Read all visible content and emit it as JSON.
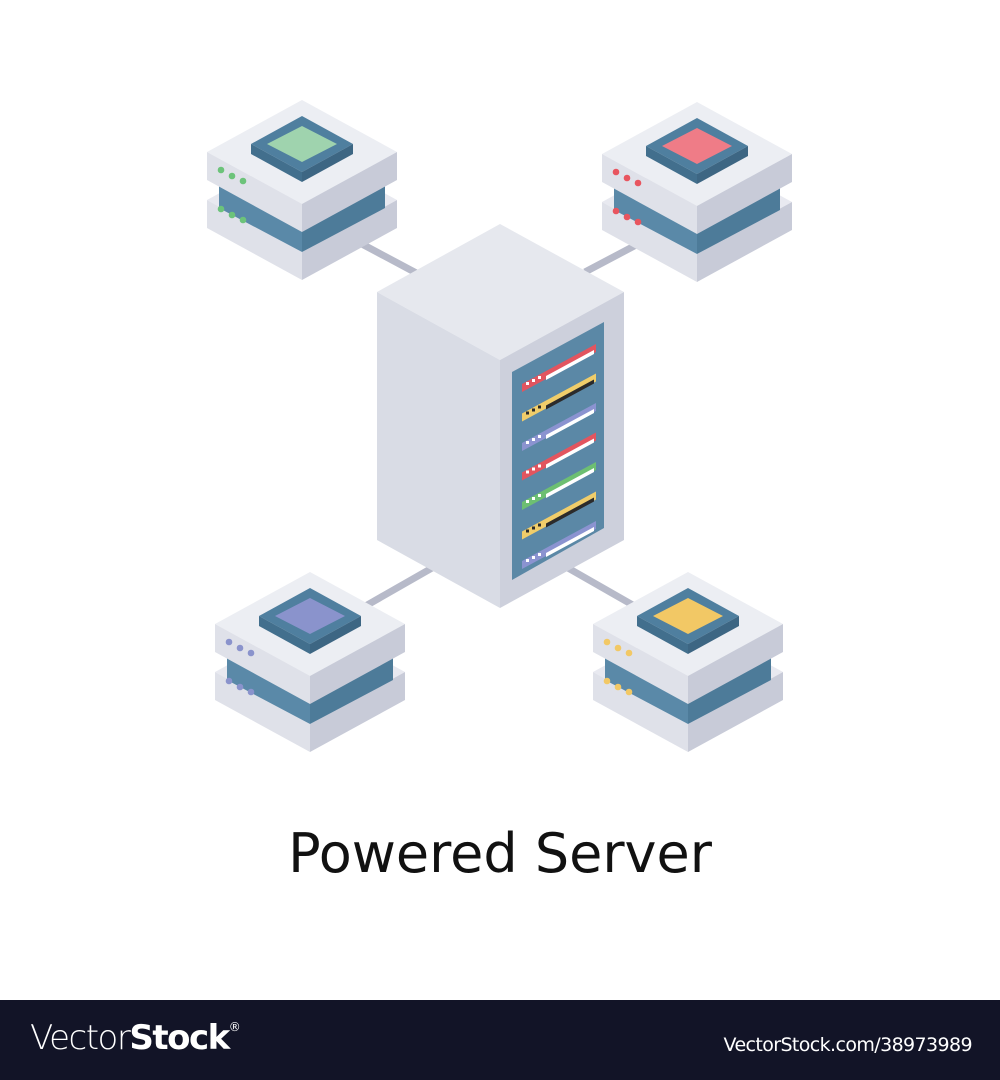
{
  "illustration": {
    "title": "Powered Server",
    "central_rack": {
      "body_color": "#d9dce5",
      "panel_color": "#5b88a6",
      "slots": [
        {
          "color": "#e2555f",
          "bar": "light"
        },
        {
          "color": "#f0cd6a",
          "bar": "dark"
        },
        {
          "color": "#8b93d0",
          "bar": "light"
        },
        {
          "color": "#e2555f",
          "bar": "light"
        },
        {
          "color": "#6dbf72",
          "bar": "light"
        },
        {
          "color": "#f0cd6a",
          "bar": "dark"
        },
        {
          "color": "#8b93d0",
          "bar": "light"
        }
      ]
    },
    "nodes": [
      {
        "position": "top-left",
        "accent": "#9fd3ae",
        "led": "#6cc37a"
      },
      {
        "position": "top-right",
        "accent": "#ef7c87",
        "led": "#e8555f"
      },
      {
        "position": "bottom-left",
        "accent": "#8a93cc",
        "led": "#8a93cc"
      },
      {
        "position": "bottom-right",
        "accent": "#f2c865",
        "led": "#f2c865"
      }
    ],
    "connector_color": "#b7bac9"
  },
  "footer": {
    "brand_light": "Vector",
    "brand_bold": "Stock",
    "brand_mark": "®",
    "reference": "VectorStock.com/38973989"
  }
}
